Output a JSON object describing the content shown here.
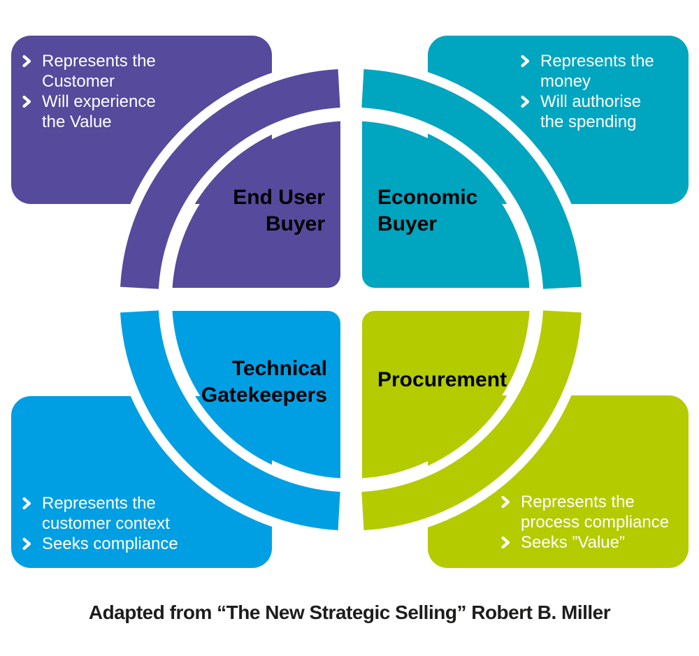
{
  "colors": {
    "purple": "#554a9c",
    "teal": "#00a5bf",
    "blue": "#009fe3",
    "green": "#b4cb00",
    "text_on_color": "#ffffff",
    "caption_text": "#1d1d1b"
  },
  "icons": {
    "bullet": "chevron-right-icon"
  },
  "quadrants": {
    "end_user_buyer": {
      "label": "End User\nBuyer",
      "bullets": [
        "Represents the Customer",
        "Will experience the Value"
      ]
    },
    "economic_buyer": {
      "label": "Economic\nBuyer",
      "bullets": [
        "Represents the money",
        "Will authorise the spending"
      ]
    },
    "technical_gatekeepers": {
      "label": "Technical\nGatekeepers",
      "bullets": [
        "Represents the customer context",
        "Seeks compliance"
      ]
    },
    "procurement": {
      "label": "Procurement",
      "bullets": [
        "Represents the process compliance",
        "Seeks ”Value”"
      ]
    }
  },
  "caption": "Adapted from “The New Strategic Selling” Robert B. Miller"
}
